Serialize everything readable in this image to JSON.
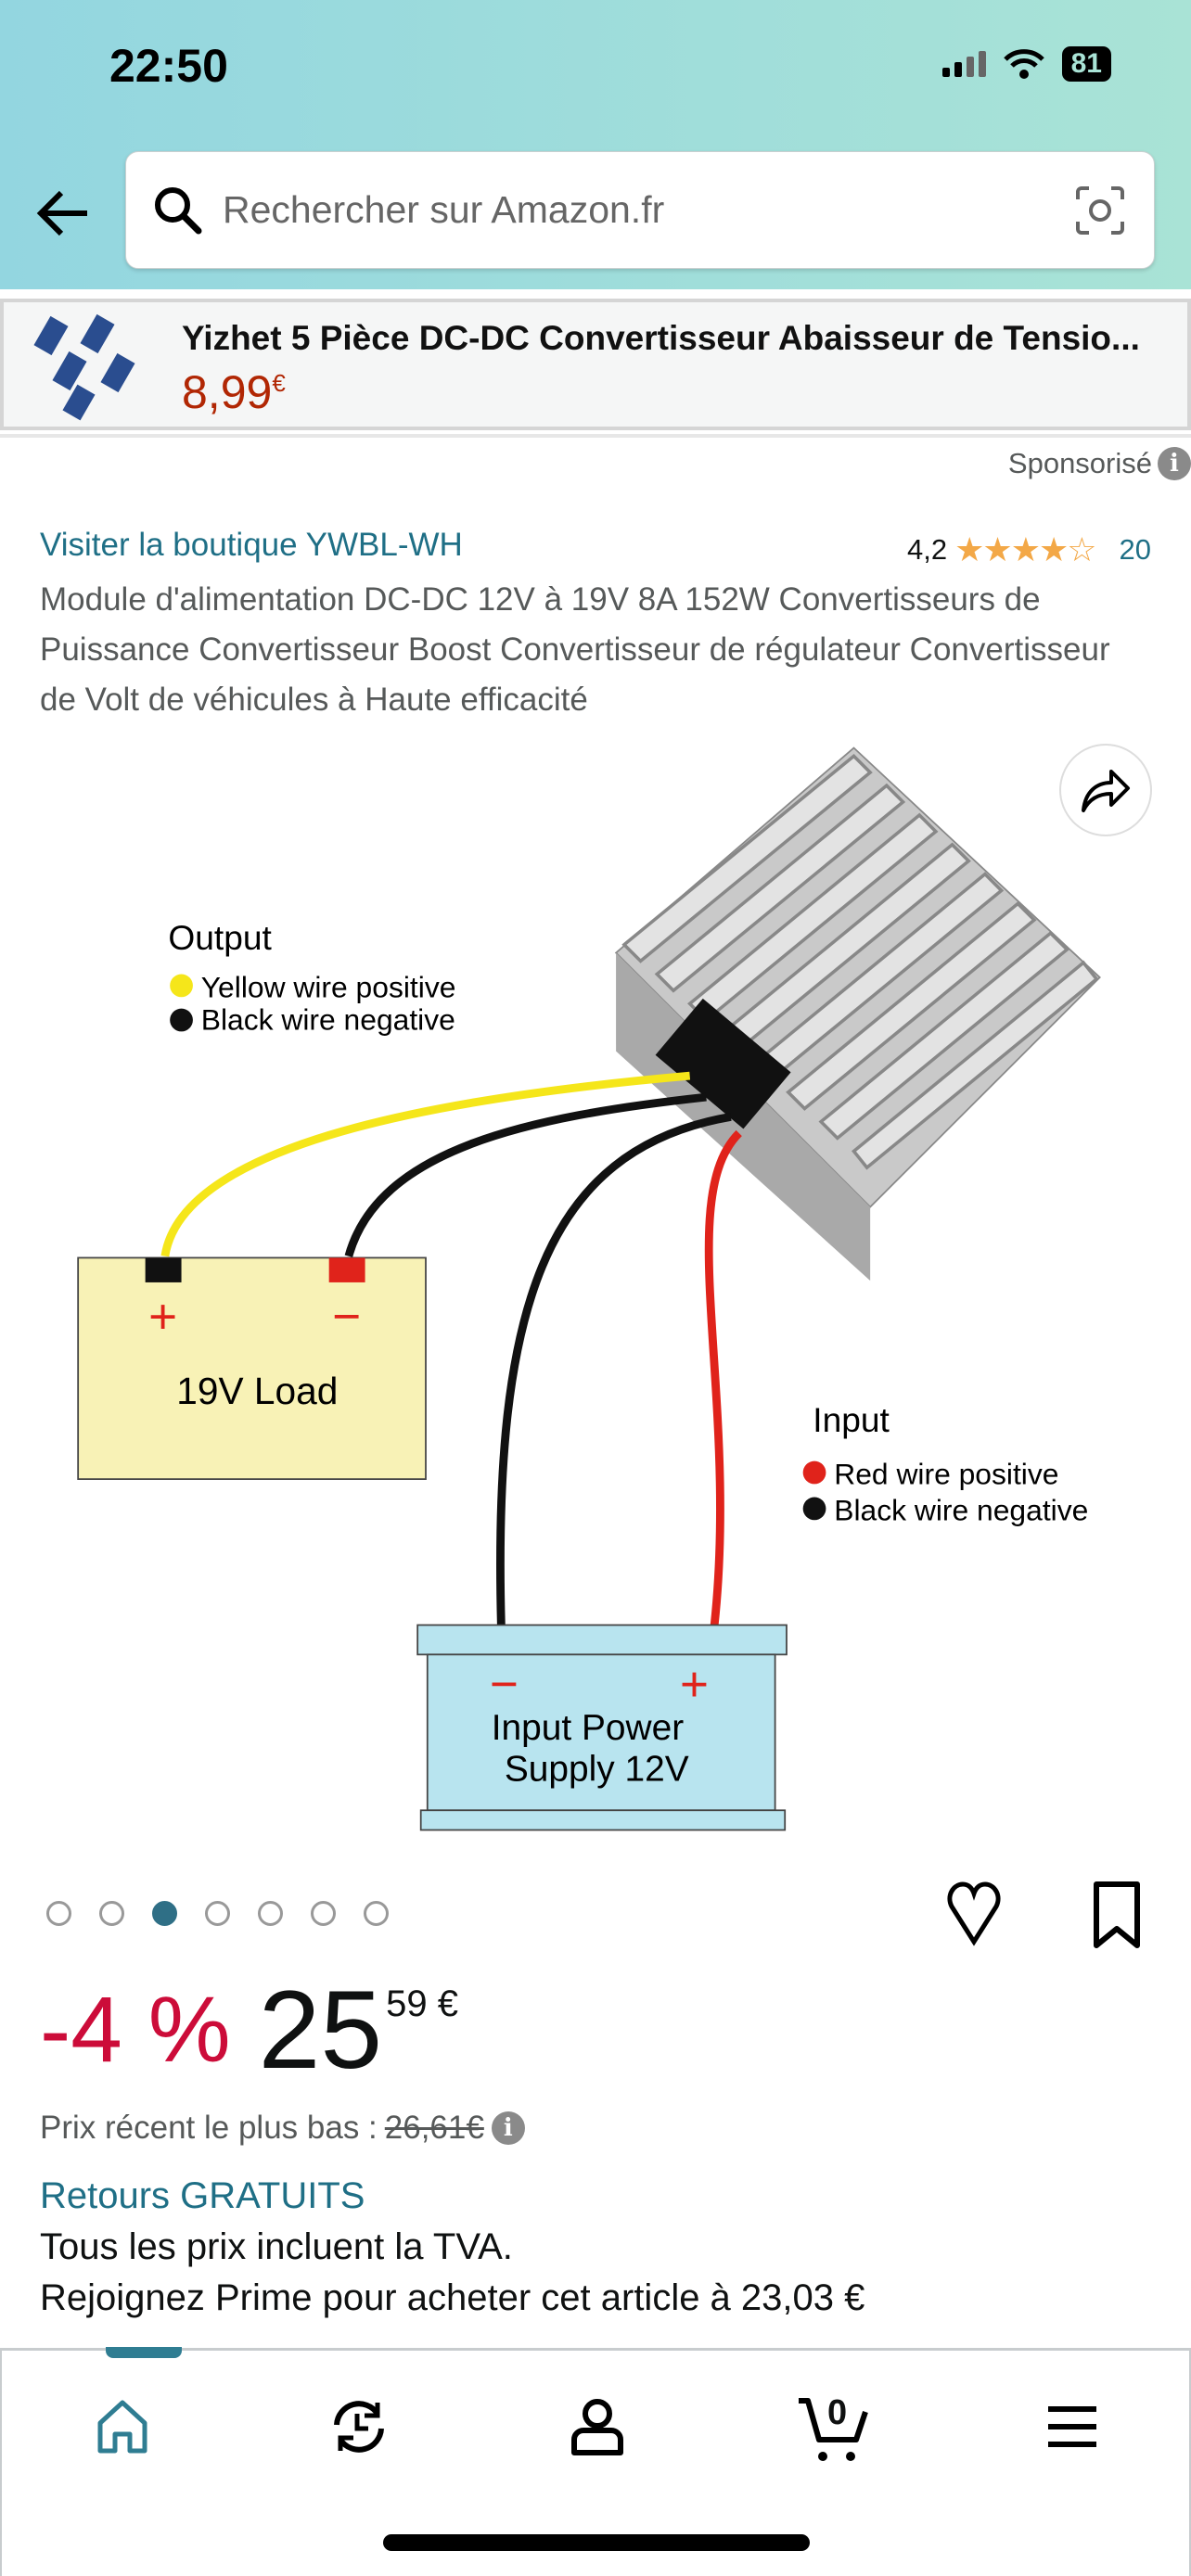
{
  "status_bar": {
    "time": "22:50",
    "battery": "81"
  },
  "search": {
    "placeholder": "Rechercher sur Amazon.fr"
  },
  "sponsored_banner": {
    "title": "Yizhet 5 Pièce DC-DC Convertisseur Abaisseur de Tensio...",
    "price": "8,99",
    "currency": "€"
  },
  "sponsored_label": "Sponsorisé",
  "product": {
    "store_link": "Visiter la boutique YWBL-WH",
    "rating": "4,2",
    "rating_value": 4.2,
    "rating_count": "20",
    "title": "Module d'alimentation DC-DC 12V à 19V 8A 152W Convertisseurs de Puissance Convertisseur Boost Convertisseur de régulateur Convertisseur de Volt de véhicules à Haute efficacité"
  },
  "diagram": {
    "output_label": "Output",
    "output_pos": "Yellow wire positive",
    "output_neg": "Black wire negative",
    "load": "19V Load",
    "input_label": "Input",
    "input_pos": "Red wire positive",
    "input_neg": "Black wire negative",
    "supply_line1": "Input Power",
    "supply_line2": "Supply 12V",
    "plus": "+",
    "minus": "−"
  },
  "carousel": {
    "count": 7,
    "active": 3
  },
  "price": {
    "discount": "-4 %",
    "whole": "25",
    "fraction": "59 €"
  },
  "lowest_price": {
    "label": "Prix récent le plus bas :",
    "value": "26,61€"
  },
  "returns": "Retours GRATUITS",
  "vat": "Tous les prix incluent la TVA.",
  "prime": "Rejoignez Prime pour acheter cet article à 23,03 €",
  "nav": {
    "cart_count": "0"
  },
  "colors": {
    "accent": "#1f6f86",
    "discount": "#cc0c39",
    "banner_price": "#b12704",
    "stars": "#f3a847"
  }
}
